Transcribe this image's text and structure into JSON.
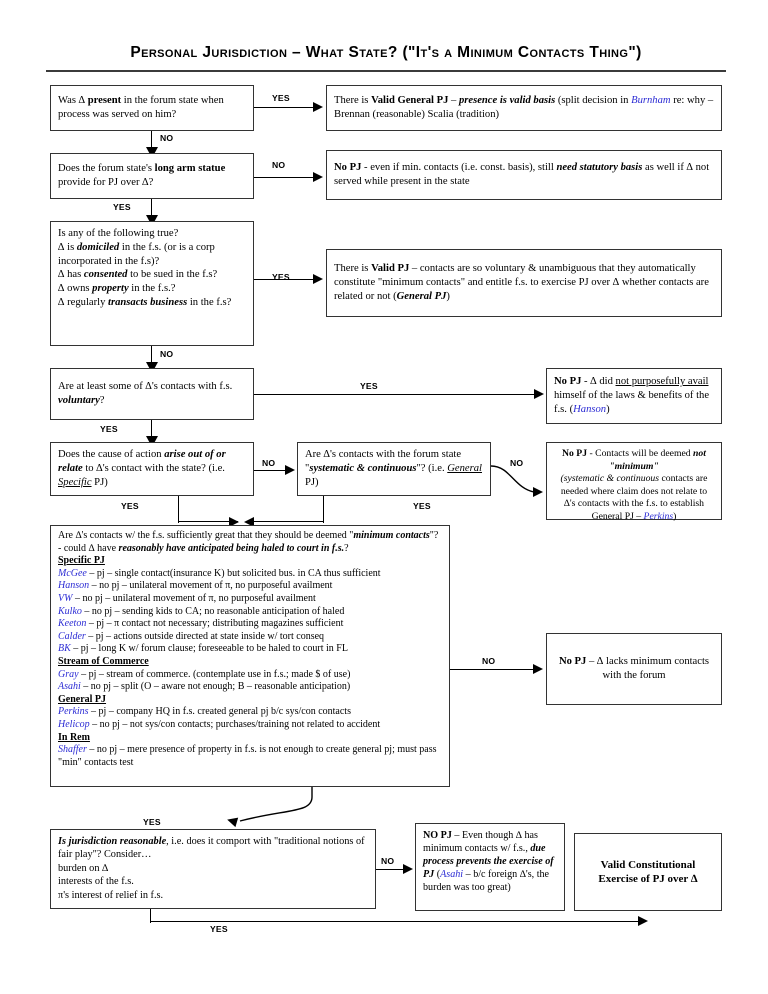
{
  "header": {
    "title": "Personal Jurisdiction – What State? (\"It's a Minimum Contacts Thing\")"
  },
  "labels": {
    "yes": "YES",
    "no": "NO"
  },
  "nodes": {
    "q_present": {
      "line1_a": "Was ∆ ",
      "line1_b": "present",
      "line1_c": " in the forum state when process was served on him?"
    },
    "r_general_pj": {
      "a": "There is ",
      "b": "Valid General PJ",
      "c": " – ",
      "d": "presence is valid basis",
      "e": " (split decision in ",
      "case": "Burnham",
      "f": " re: why – Brennan (reasonable) Scalia (tradition)"
    },
    "q_long_arm": {
      "a": "Does the forum state's ",
      "b": "long arm statue",
      "c": " provide for PJ over ∆?"
    },
    "r_no_statute": {
      "a": "No PJ",
      "b": " - even if min. contacts (i.e. const. basis), still ",
      "c": "need statutory basis",
      "d": " as well if ∆ not served while present in the state"
    },
    "q_following_true": {
      "l0": "Is any of the following true?",
      "l1_a": "∆ is ",
      "l1_b": "domiciled",
      "l1_c": " in the f.s. (or is a corp incorporated in the f.s)?",
      "l2_a": "∆ has ",
      "l2_b": "consented",
      "l2_c": " to be sued in the f.s?",
      "l3_a": "∆ owns ",
      "l3_b": "property",
      "l3_c": " in the f.s.?",
      "l4_a": "∆ regularly ",
      "l4_b": "transacts business",
      "l4_c": " in the f.s?"
    },
    "r_valid_pj": {
      "a": "There is ",
      "b": "Valid  PJ",
      "c": " – contacts are so voluntary & unambiguous that they automatically constitute \"minimum contacts\" and entitle f.s. to exercise PJ over ∆ whether contacts are related or not (",
      "d": "General PJ",
      "e": ")"
    },
    "q_voluntary": {
      "a": "Are at least some of ∆'s contacts with f.s. ",
      "b": "voluntary",
      "c": "?"
    },
    "r_not_purposeful": {
      "a": "No PJ",
      "b": " - ∆ did ",
      "c": "not purposefully avail",
      "d": " himself of the laws & benefits of the f.s. (",
      "case": "Hanson",
      "e": ")"
    },
    "q_arise_out_of": {
      "a": "Does the cause of action ",
      "b": "arise out of or relate",
      "c": " to ∆'s contact with the state? (i.e. ",
      "d": "Specific",
      "e": " PJ)"
    },
    "q_systematic": {
      "a": "Are ∆'s contacts with the forum state \"",
      "b": "systematic & continuous",
      "c": "\"? (i.e. ",
      "d": "General",
      "e": " PJ)"
    },
    "r_not_minimum": {
      "a": "No PJ",
      "b": " - Contacts will be deemed ",
      "c": "not \"minimum\"",
      "d_i": "(systematic & continuous",
      "d": " contacts are needed where claim does not relate to ∆'s contacts with the f.s. to establish General PJ – ",
      "case": "Perkins",
      "e": ")"
    },
    "q_min_contacts": {
      "p_a": "Are ∆'s contacts w/ the f.s. sufficiently great that they should be deemed \"",
      "p_b": "minimum contacts",
      "p_c": "\"? - could ∆ have ",
      "p_d": "reasonably have anticipated being haled to court in f.s.",
      "p_e": "?",
      "h_specific": "Specific PJ",
      "h_stream": "Stream of Commerce",
      "h_general": "General PJ",
      "h_inrem": "In Rem",
      "cases_specific": [
        {
          "name": "McGee",
          "text": " – pj – single contact(insurance K) but solicited bus. in CA thus sufficient"
        },
        {
          "name": "Hanson",
          "text": " – no pj – unilateral movement of π, no purposeful availment"
        },
        {
          "name": "VW",
          "text": " – no pj – unilateral movement of π, no purposeful availment"
        },
        {
          "name": "Kulko",
          "text": " – no pj – sending kids to CA; no reasonable anticipation of haled"
        },
        {
          "name": "Keeton",
          "text": " – pj – π contact not necessary; distributing magazines sufficient"
        },
        {
          "name": "Calder",
          "text": " – pj – actions outside directed at state inside w/ tort conseq"
        },
        {
          "name": "BK",
          "text": " – pj – long K w/ forum clause; foreseeable to be haled to court in FL"
        }
      ],
      "cases_stream": [
        {
          "name": "Gray",
          "text": " – pj – stream of commerce. (contemplate use in f.s.; made $ of use)"
        },
        {
          "name": "Asahi",
          "text": " – no pj – split (O – aware not enough; B – reasonable anticipation)"
        }
      ],
      "cases_general": [
        {
          "name": "Perkins",
          "text": " – pj – company HQ in f.s. created general pj b/c sys/con contacts"
        },
        {
          "name": "Helicop",
          "text": " – no pj – not sys/con contacts; purchases/training not related to accident"
        }
      ],
      "cases_inrem": [
        {
          "name": "Shaffer",
          "text": " – no pj – mere presence of property in f.s. is not enough to create general pj; must pass \"min\" contacts test"
        }
      ]
    },
    "r_lacks_min": {
      "a": "No PJ",
      "b": " – ∆ lacks minimum contacts with the forum"
    },
    "q_reasonable": {
      "a": "Is jurisdiction reasonable",
      "b": ", i.e. does it comport with \"traditional notions of fair play\"? Consider…",
      "l1": "burden on ∆",
      "l2": "interests of the f.s.",
      "l3": "π's interest of relief in f.s."
    },
    "r_due_process": {
      "a": "NO PJ",
      "b": " – Even though ∆ has minimum contacts w/ f.s., ",
      "c": "due process prevents the exercise of PJ",
      "d": " (",
      "case": "Asahi",
      "e": " – b/c foreign ∆'s, the burden was too great)"
    },
    "r_valid_constitutional": {
      "a": "Valid Constitutional Exercise of PJ over ∆"
    }
  },
  "colors": {
    "case_citation": "#2b2bd4",
    "line": "#000000",
    "box_border": "#333333",
    "title_rule": "#3b3b3b"
  }
}
